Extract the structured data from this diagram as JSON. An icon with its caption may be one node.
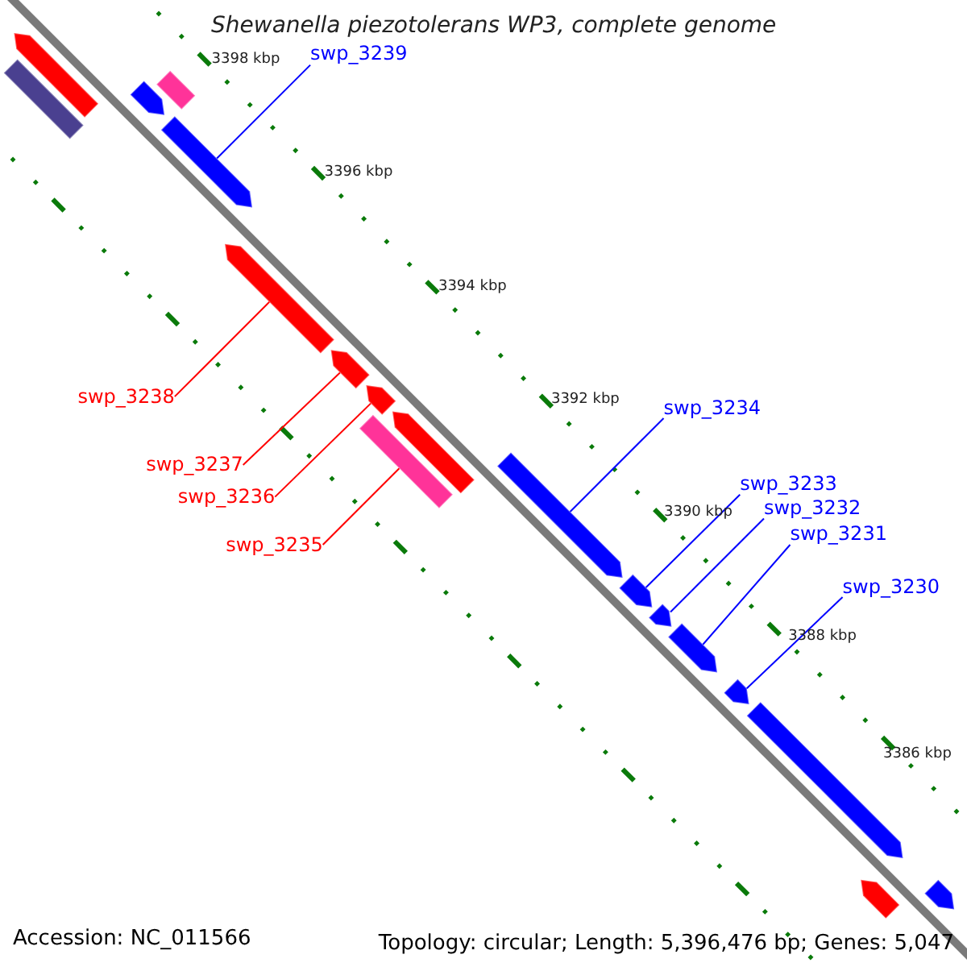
{
  "diagram": {
    "title": "Shewanella piezotolerans WP3, complete genome",
    "nodes": [
      {
        "text": [
          "swp_3239"
        ]
      },
      {
        "text": [
          "swp_3238"
        ]
      },
      {
        "text": [
          "swp_3237"
        ]
      },
      {
        "text": [
          "swp_3236"
        ]
      },
      {
        "text": [
          "swp_3235"
        ]
      },
      {
        "text": [
          "swp_3234"
        ]
      },
      {
        "text": [
          "swp_3233"
        ]
      },
      {
        "text": [
          "swp_3232"
        ]
      },
      {
        "text": [
          "swp_3231"
        ]
      },
      {
        "text": [
          "swp_3230"
        ]
      },
      {
        "text": [],
        "shape": "bar"
      },
      {
        "text": [],
        "shape": "bar"
      },
      {
        "text": [],
        "shape": "bar"
      },
      {
        "text": [],
        "shape": "bar"
      },
      {
        "text": [],
        "shape": "bar"
      },
      {
        "text": [],
        "shape": "bar"
      },
      {
        "text": [],
        "shape": "bar"
      },
      {
        "text": [],
        "shape": "bar"
      },
      {
        "text": [],
        "shape": "bar"
      },
      {
        "text": [],
        "shape": "bar"
      },
      {
        "text": [],
        "shape": "bar"
      },
      {
        "text": [],
        "shape": "bar"
      },
      {
        "text": [],
        "shape": "bar"
      },
      {
        "text": [],
        "shape": "bar"
      },
      {
        "text": [],
        "shape": "bar"
      },
      {
        "text": [],
        "shape": "bar"
      },
      {
        "text": [],
        "shape": "bar"
      },
      {
        "text": [],
        "shape": "bar"
      }
    ],
    "edges": [
      {
        "from": 0,
        "to": 14,
        "arrow": "none"
      },
      {
        "from": 1,
        "to": 15,
        "arrow": "none",
        "color": "#ff0000"
      },
      {
        "from": 2,
        "to": 16,
        "arrow": "none",
        "color": "#ff0000"
      },
      {
        "from": 3,
        "to": 17,
        "arrow": "none",
        "color": "#ff0000"
      },
      {
        "from": 4,
        "to": 18,
        "arrow": "none",
        "color": "#ff0000"
      },
      {
        "from": 5,
        "to": 20,
        "arrow": "none"
      },
      {
        "from": 6,
        "to": 21,
        "arrow": "none"
      },
      {
        "from": 7,
        "to": 22,
        "arrow": "none"
      },
      {
        "from": 8,
        "to": 23,
        "arrow": "none"
      },
      {
        "from": 9,
        "to": 24,
        "arrow": "none"
      }
    ],
    "labels": [
      "3398 kbp",
      "3396 kbp",
      "3394 kbp",
      "3392 kbp",
      "3390 kbp",
      "3388 kbp",
      "3386 kbp",
      "Accession: NC_011566",
      "Topology: circular; Length: 5,396,476 bp; Genes: 5,047"
    ]
  }
}
